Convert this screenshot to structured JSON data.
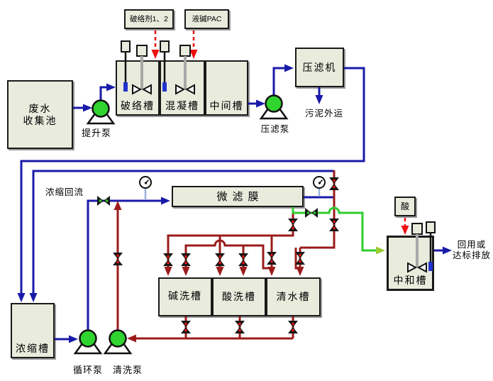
{
  "colors": {
    "water": "#1a1aa8",
    "waste": "#9b1b1b",
    "permeate": "#2fcc2f",
    "parrow": "#9ccc33",
    "dosing": "#ee1111",
    "pump": "#2fd42f",
    "vessel": "#e9ebdd",
    "tip": "#2233cc",
    "stem": "#9ab0dd"
  },
  "labels": {
    "dosing1": "破络剂1、2",
    "dosing2": "液碱PAC",
    "wastewater_l1": "废水",
    "wastewater_l2": "收集池",
    "pump_lift": "提升泵",
    "tank_break": "破络槽",
    "tank_coag": "混凝槽",
    "tank_mid": "中间槽",
    "pump_press": "压滤泵",
    "filter_press": "压滤机",
    "sludge_out": "污泥外运",
    "reflux": "浓缩回流",
    "membrane": "微滤膜",
    "tank_conc": "浓缩槽",
    "pump_circ": "循环泵",
    "pump_wash": "清洗泵",
    "tank_alkali": "碱洗槽",
    "tank_acidwash": "酸洗槽",
    "tank_clean": "清水槽",
    "acid": "酸",
    "tank_neutral": "中和槽",
    "discharge_l1": "回用或",
    "discharge_l2": "达标排放"
  }
}
